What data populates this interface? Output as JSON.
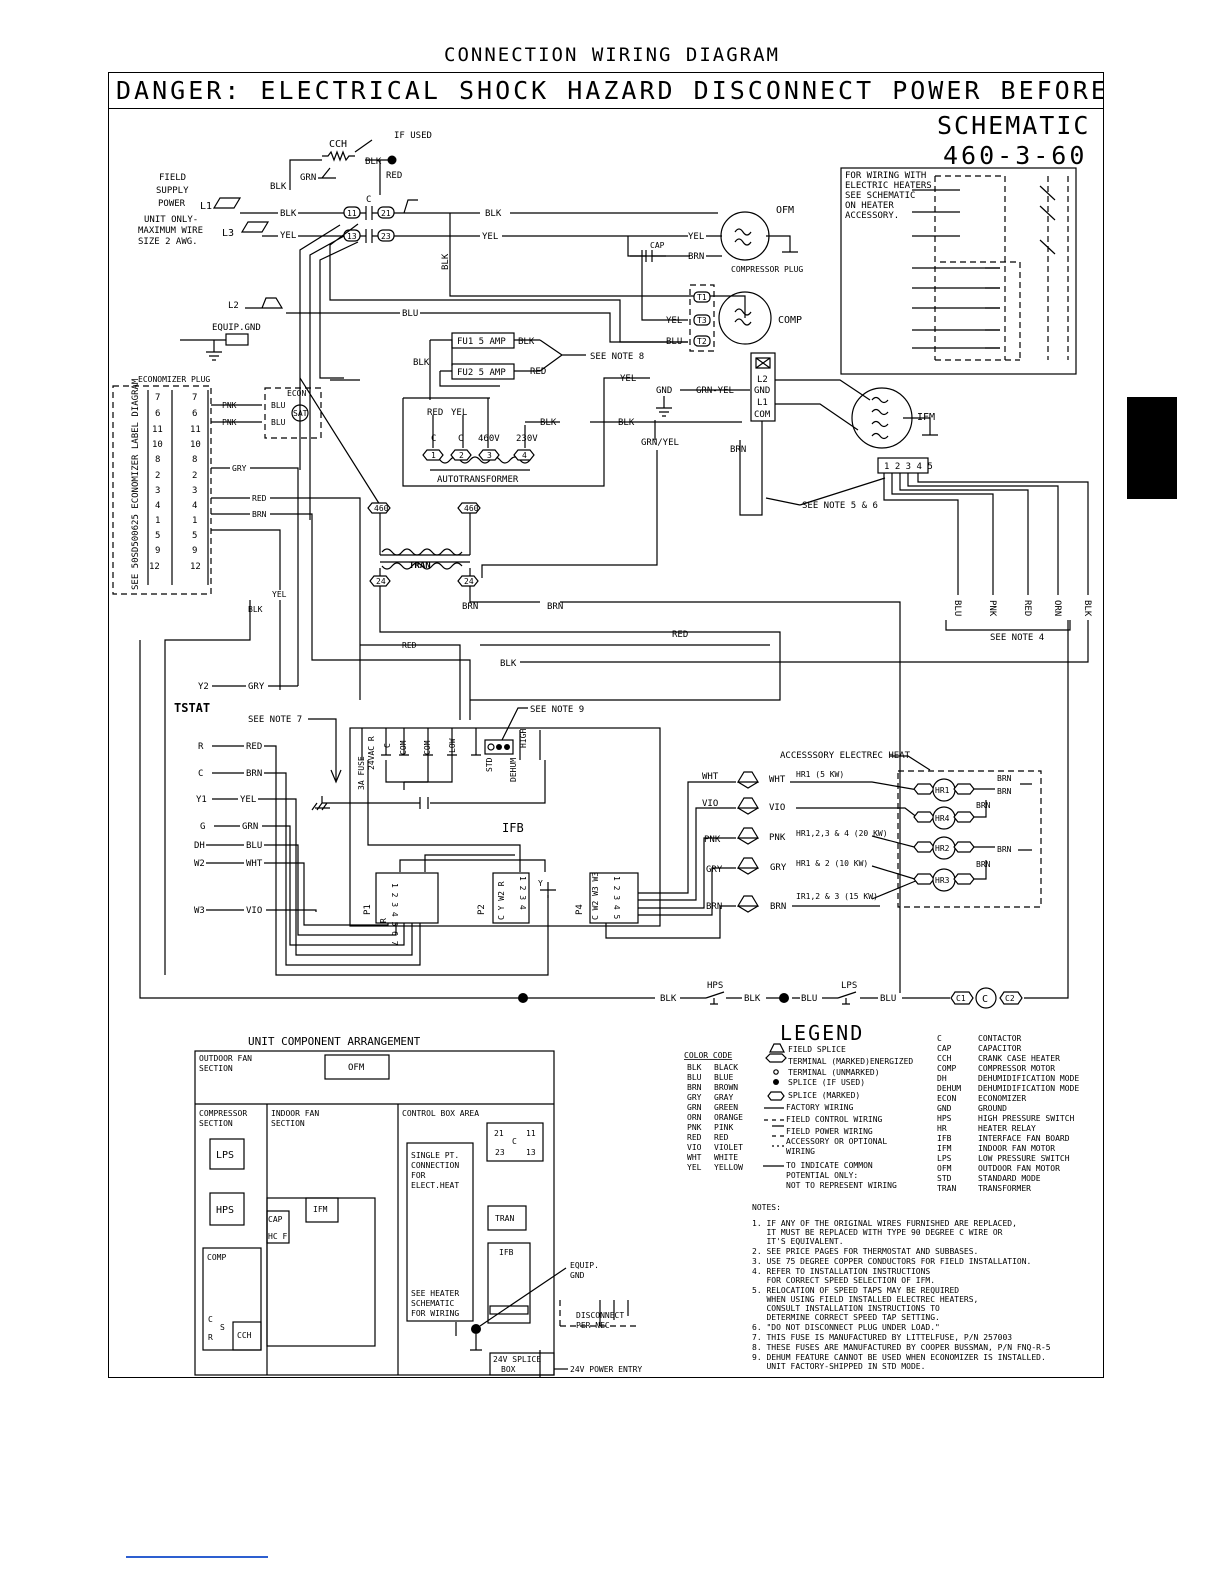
{
  "title": "CONNECTION WIRING DIAGRAM",
  "danger": "DANGER: ELECTRICAL SHOCK HAZARD DISCONNECT POWER BEFORE SERVICING",
  "schematic": {
    "label": "SCHEMATIC",
    "number": "460-3-60"
  },
  "heater_note": [
    "FOR WIRING WITH",
    "ELECTRIC HEATERS",
    "SEE SCHEMATIC",
    "ON HEATER",
    "ACCESSORY."
  ],
  "power": {
    "field_supply": [
      "FIELD",
      "SUPPLY",
      "POWER",
      "UNIT ONLY-",
      "MAXIMUM WIRE",
      "SIZE 2 AWG."
    ],
    "cch": "CCH",
    "if_used": "IF USED",
    "l1": "L1",
    "l2": "L2",
    "l3": "L3",
    "equip_gnd": "EQUIP.GND",
    "contactor": "C",
    "terminals": [
      "11",
      "13",
      "21",
      "23"
    ]
  },
  "motors": {
    "ofm": "OFM",
    "comp": "COMP",
    "ifm": "IFM",
    "cap": "CAP",
    "compressor_plug": "COMPRESSOR PLUG",
    "comp_terminals": [
      "T1",
      "T3",
      "T2"
    ]
  },
  "fuses": {
    "fu1": "FU1 5 AMP",
    "fu2": "FU2 5 AMP",
    "see_note_8": "SEE NOTE 8"
  },
  "autotransformer": {
    "label": "AUTOTRANSFORMER",
    "taps": [
      "C",
      "C",
      "460V",
      "230V"
    ],
    "tap_nums": [
      "1",
      "2",
      "3",
      "4"
    ]
  },
  "transformer": {
    "label": "TRAN",
    "primary": [
      "460",
      "460"
    ],
    "secondary": [
      "24",
      "24"
    ]
  },
  "ifm_terminal": {
    "labels": [
      "L2",
      "GND",
      "L1",
      "COM"
    ],
    "speed_taps": "1 2 3 4 5",
    "see_note_5_6": "SEE NOTE 5 & 6",
    "taps": [
      "BLU",
      "PNK",
      "RED",
      "ORN",
      "BLK"
    ],
    "see_note_4": "SEE NOTE 4"
  },
  "economizer": {
    "plug": "ECONOMIZER PLUG",
    "label_diagram": "SEE 50SD500625 ECONOMIZER LABEL DIAGRAM",
    "econ": "ECON",
    "sat": "SAT",
    "pins_left": [
      "7",
      "6",
      "11",
      "10",
      "8",
      "2",
      "3",
      "4",
      "1",
      "5",
      "9",
      "12"
    ],
    "pins_right": [
      "7",
      "6",
      "11",
      "10",
      "8",
      "2",
      "3",
      "4",
      "1",
      "5",
      "9",
      "12"
    ]
  },
  "tstat": {
    "label": "TSTAT",
    "see_note_7": "SEE NOTE 7",
    "see_note_9": "SEE NOTE 9",
    "terminals": [
      "Y2",
      "R",
      "C",
      "Y1",
      "G",
      "DH",
      "W2",
      "W3"
    ],
    "wires": [
      "GRY",
      "RED",
      "BRN",
      "YEL",
      "GRN",
      "BLU",
      "WHT",
      "VIO"
    ]
  },
  "ifb": {
    "label": "IFB",
    "p1": "P1",
    "p2": "P2",
    "p4": "P4",
    "fuse": "3A FUSE",
    "r24vac": "24VAC R",
    "com": "COM",
    "low": "LOW",
    "high": "HIGH",
    "std": "STD",
    "dehum": "DEHUM"
  },
  "heaters": {
    "title": "ACCESSSORY ELECTREC HEAT",
    "hr": [
      "HR1",
      "HR4",
      "HR2",
      "HR3"
    ],
    "ratings": [
      "HR1 (5 KW)",
      "HR1,2,3 & 4 (20 KW)",
      "HR1 & 2 (10 KW)",
      "IR1,2 & 3 (15 KW)"
    ],
    "wires": [
      "WHT",
      "VIO",
      "PNK",
      "GRY",
      "BRN"
    ]
  },
  "safety": {
    "hps": "HPS",
    "lps": "LPS",
    "c1": "C1",
    "c": "C",
    "c2": "C2"
  },
  "wire_colors_seen": [
    "BLK",
    "YEL",
    "BLU",
    "RED",
    "GRN",
    "BRN",
    "GRY",
    "PNK",
    "WHT",
    "VIO",
    "GRN-YEL",
    "GRN/YEL"
  ],
  "arrangement": {
    "title": "UNIT COMPONENT ARRANGEMENT",
    "outdoor_fan": "OUTDOOR FAN SECTION",
    "ofm": "OFM",
    "compressor_section": "COMPRESSOR SECTION",
    "indoor_fan": "INDOOR FAN SECTION",
    "control_box": "CONTROL BOX AREA",
    "lps": "LPS",
    "hps": "HPS",
    "comp": "COMP",
    "cch": "CCH",
    "cap": "CAP",
    "hcf": "HC F",
    "ifm": "IFM",
    "single_pt": [
      "SINGLE PT.",
      "CONNECTION",
      "FOR",
      "ELECT.HEAT"
    ],
    "see_heater": [
      "SEE HEATER",
      "SCHEMATIC",
      "FOR WIRING"
    ],
    "contactor": [
      "21",
      "11",
      "C",
      "23",
      "13"
    ],
    "tran": "TRAN",
    "ifb": "IFB",
    "equip_gnd": [
      "EQUIP.",
      "GND"
    ],
    "disconnect": [
      "DISCONNECT",
      "PER NEC"
    ],
    "splice_box": [
      "24V SPLICE",
      "BOX"
    ],
    "power_entry": "24V POWER ENTRY",
    "c_s_r": [
      "C",
      "S",
      "R"
    ]
  },
  "legend": {
    "title": "LEGEND",
    "color_code_header": "COLOR  CODE",
    "color_codes": [
      [
        "BLK",
        "BLACK"
      ],
      [
        "BLU",
        "BLUE"
      ],
      [
        "BRN",
        "BROWN"
      ],
      [
        "GRY",
        "GRAY"
      ],
      [
        "GRN",
        "GREEN"
      ],
      [
        "ORN",
        "ORANGE"
      ],
      [
        "PNK",
        "PINK"
      ],
      [
        "RED",
        "RED"
      ],
      [
        "VIO",
        "VIOLET"
      ],
      [
        "WHT",
        "WHITE"
      ],
      [
        "YEL",
        "YELLOW"
      ]
    ],
    "symbols": [
      "FIELD SPLICE",
      "TERMINAL (MARKED)ENERGIZED",
      "TERMINAL (UNMARKED)",
      "SPLICE (IF USED)",
      "SPLICE (MARKED)",
      "FACTORY WIRING",
      "FIELD CONTROL WIRING",
      "FIELD POWER WIRING",
      "ACCESSORY OR OPTIONAL",
      "WIRING",
      "TO INDICATE COMMON",
      "POTENTIAL ONLY:",
      "NOT TO REPRESENT WIRING"
    ],
    "abbreviations": [
      [
        "C",
        "CONTACTOR"
      ],
      [
        "CAP",
        "CAPACITOR"
      ],
      [
        "CCH",
        "CRANK CASE HEATER"
      ],
      [
        "COMP",
        "COMPRESSOR MOTOR"
      ],
      [
        "DH",
        "DEHUMIDIFICATION MODE"
      ],
      [
        "DEHUM",
        "DEHUMIDIFICATION MODE"
      ],
      [
        "ECON",
        "ECONOMIZER"
      ],
      [
        "GND",
        "GROUND"
      ],
      [
        "HPS",
        "HIGH PRESSURE SWITCH"
      ],
      [
        "HR",
        "HEATER RELAY"
      ],
      [
        "IFB",
        "INTERFACE FAN BOARD"
      ],
      [
        "IFM",
        "INDOOR FAN MOTOR"
      ],
      [
        "LPS",
        "LOW PRESSURE SWITCH"
      ],
      [
        "OFM",
        "OUTDOOR FAN MOTOR"
      ],
      [
        "STD",
        "STANDARD MODE"
      ],
      [
        "TRAN",
        "TRANSFORMER"
      ]
    ]
  },
  "notes": {
    "title": "NOTES:",
    "items": [
      "1. IF ANY OF THE ORIGINAL WIRES FURNISHED ARE REPLACED,",
      "   IT MUST BE REPLACED WITH TYPE 90 DEGREE C WIRE OR",
      "   IT'S EQUIVALENT.",
      "2. SEE PRICE PAGES FOR THERMOSTAT AND SUBBASES.",
      "3. USE 75 DEGREE COPPER CONDUCTORS FOR FIELD INSTALLATION.",
      "4. REFER TO INSTALLATION INSTRUCTIONS",
      "   FOR CORRECT SPEED SELECTION OF IFM.",
      "5. RELOCATION OF SPEED TAPS MAY  BE REQUIRED",
      "   WHEN USING FIELD INSTALLED ELECTREC HEATERS,",
      "   CONSULT INSTALLATION INSTRUCTIONS TO",
      "   DETERMINE CORRECT SPEED TAP SETTING.",
      "6. \"DO NOT DISCONNECT PLUG UNDER LOAD.\"",
      "7. THIS FUSE IS MANUFACTURED BY LITTELFUSE, P/N 257003",
      "8. THESE FUSES ARE MANUFACTURED BY COOPER BUSSMAN, P/N FNQ-R-5",
      "9. DEHUM FEATURE CANNOT BE USED WHEN ECONOMIZER IS INSTALLED.",
      "   UNIT FACTORY-SHIPPED IN STD MODE."
    ]
  }
}
